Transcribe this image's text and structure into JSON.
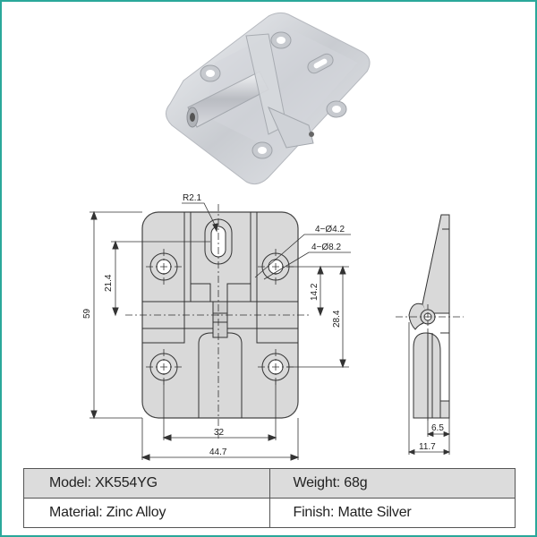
{
  "frame": {
    "border_color": "#2aa89a"
  },
  "product_photo": {
    "subject": "zinc alloy hinge, matte silver"
  },
  "drawing": {
    "front_view": {
      "labels": {
        "radius": "R2.1",
        "hole_small": "4−Ø4.2",
        "hole_large": "4−Ø8.2",
        "height_total": "59",
        "hole_to_axis": "21.4",
        "hole_half_spacing": "14.2",
        "hole_vertical_spacing": "28.4",
        "hole_horizontal_spacing": "32",
        "width_total": "44.7"
      }
    },
    "side_view": {
      "labels": {
        "leaf_offset": "6.5",
        "total_depth": "11.7"
      }
    }
  },
  "spec_table": {
    "rows": [
      [
        "Model: XK554YG",
        "Weight: 68g"
      ],
      [
        "Material: Zinc Alloy",
        "Finish: Matte Silver"
      ]
    ]
  }
}
